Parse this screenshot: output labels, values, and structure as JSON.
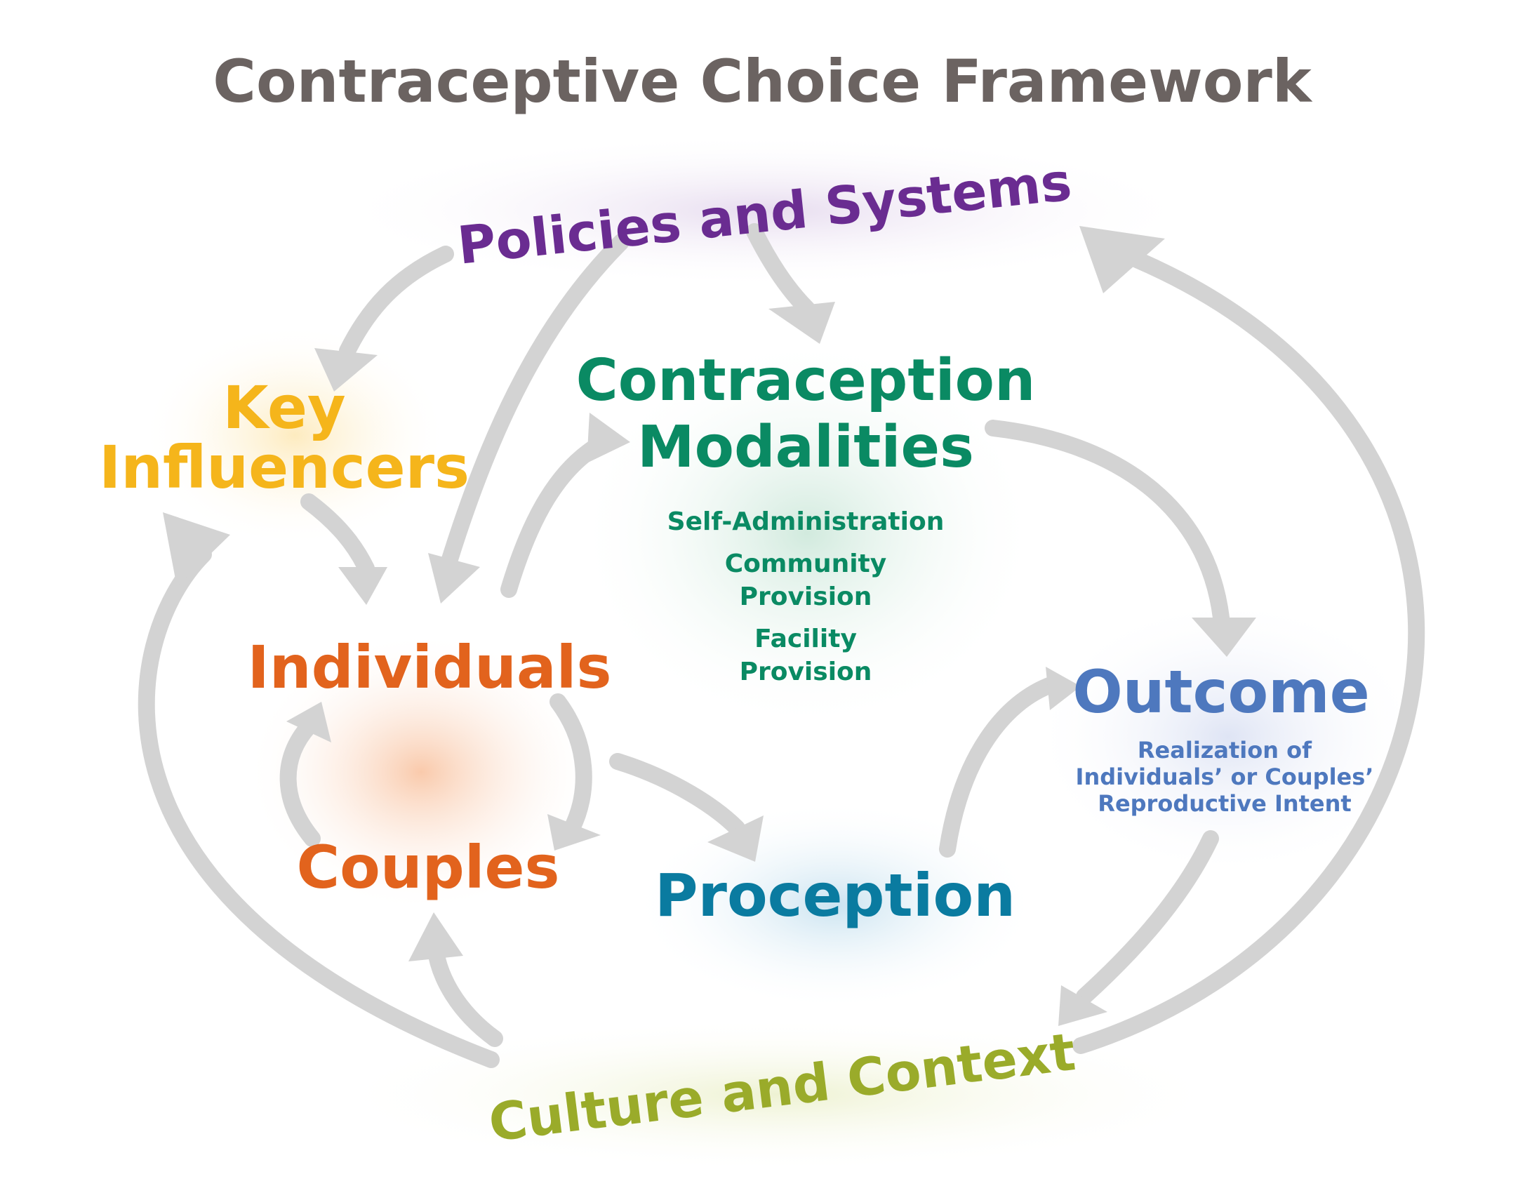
{
  "title": "Contraceptive Choice Framework",
  "colors": {
    "title": "#6b6361",
    "policies": "#6a2c91",
    "culture": "#9aab2a",
    "influencers": "#f5b51b",
    "individuals": "#e2631d",
    "modalities": "#0a8a63",
    "outcome": "#4e78be",
    "proception": "#0a7ba0",
    "arrow": "#d3d3d3"
  },
  "ring": {
    "top_label": "Policies and Systems",
    "bottom_label": "Culture and Context"
  },
  "nodes": {
    "key_influencers": {
      "line1": "Key",
      "line2": "Influencers"
    },
    "contraception_modalities": {
      "line1": "Contraception",
      "line2": "Modalities",
      "items": {
        "self_admin": "Self-Administration",
        "community_1": "Community",
        "community_2": "Provision",
        "facility_1": "Facility",
        "facility_2": "Provision"
      }
    },
    "individuals": {
      "label": "Individuals"
    },
    "couples": {
      "label": "Couples"
    },
    "proception": {
      "label": "Proception"
    },
    "outcome": {
      "label": "Outcome",
      "line1": "Realization of",
      "line2": "Individuals’ or Couples’",
      "line3": "Reproductive Intent"
    }
  }
}
